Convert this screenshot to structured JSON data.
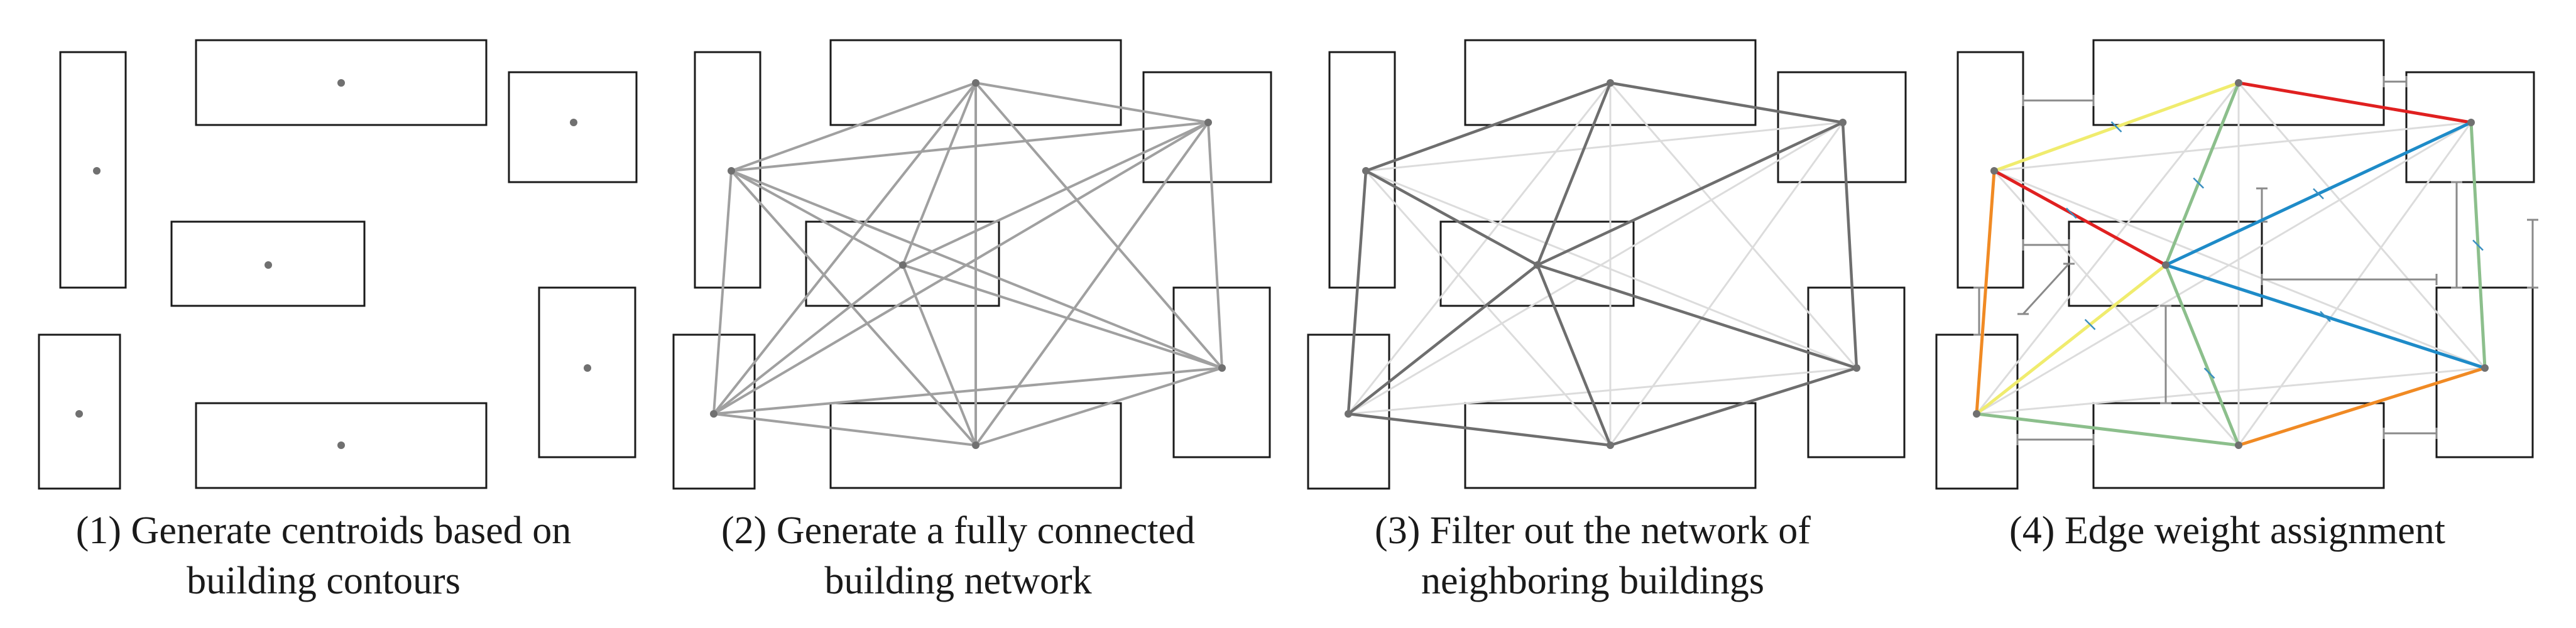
{
  "captions": [
    {
      "line1": "(1) Generate centroids based on",
      "line2": "building contours"
    },
    {
      "line1": "(2) Generate a fully connected",
      "line2": "building network"
    },
    {
      "line1": "(3) Filter out the network of",
      "line2": "neighboring buildings"
    },
    {
      "line1": "(4) Edge weight assignment",
      "line2": ""
    }
  ],
  "colors": {
    "building_outline": "#1a1a1a",
    "centroid": "#707070",
    "full_network_edge": "#a0a0a0",
    "neighbor_edge": "#6e6e6e",
    "filtered_out_edge": "#dcdcdc",
    "distance_marker": "#8a8a8a",
    "tick": "#3a8fc0",
    "edge_yellow": "#f0ec6e",
    "edge_red": "#e02020",
    "edge_green": "#8cbf8c",
    "edge_orange": "#f08a24",
    "edge_blue": "#1e8bc8"
  },
  "icons": {
    "building": "rectangle-outline",
    "centroid": "dot"
  }
}
